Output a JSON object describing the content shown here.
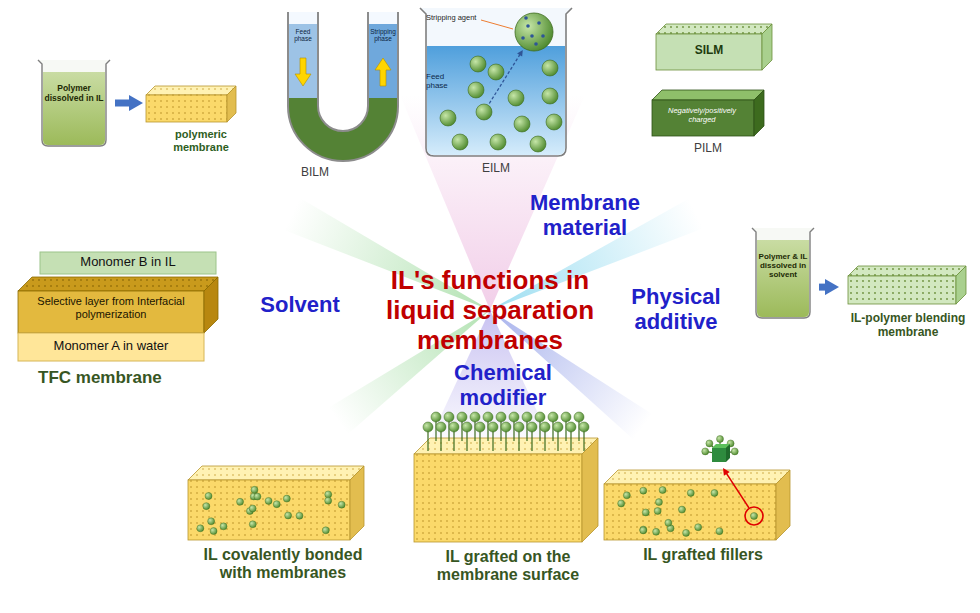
{
  "diagram": {
    "title": "IL's functions in liquid separation membranes",
    "nodes": [
      {
        "text": [
          "Feed phase",
          "Stripping phase",
          "BILM"
        ]
      },
      {
        "text": [
          "Stripping agent",
          "Feed phase",
          "EILM"
        ]
      },
      {
        "text": [
          "SILM"
        ]
      },
      {
        "text": [
          "Negatively/positively charged",
          "PILM"
        ]
      },
      {
        "text": [
          "Polymer dissolved in IL"
        ]
      },
      {
        "text": [
          "polymeric membrane"
        ]
      },
      {
        "text": [
          "Monomer B in IL"
        ]
      },
      {
        "text": [
          "Selective layer from Interfacial polymerization"
        ]
      },
      {
        "text": [
          "Monomer A in water"
        ]
      },
      {
        "text": [
          "Polymer & IL dissolved in solvent"
        ]
      },
      {
        "text": [
          "IL-polymer blending membrane"
        ]
      },
      {
        "text": [
          "IL covalently bonded with membranes"
        ]
      },
      {
        "text": [
          "IL grafted on the membrane surface"
        ]
      },
      {
        "text": [
          "IL grafted fillers"
        ]
      }
    ],
    "edges": [
      {
        "from": 4,
        "to": 5,
        "arrow": "to"
      },
      {
        "from": 9,
        "to": 10,
        "arrow": "to"
      }
    ],
    "labels": [
      "Membrane material",
      "Solvent",
      "Physical additive",
      "Chemical modifier",
      "TFC membrane"
    ]
  }
}
